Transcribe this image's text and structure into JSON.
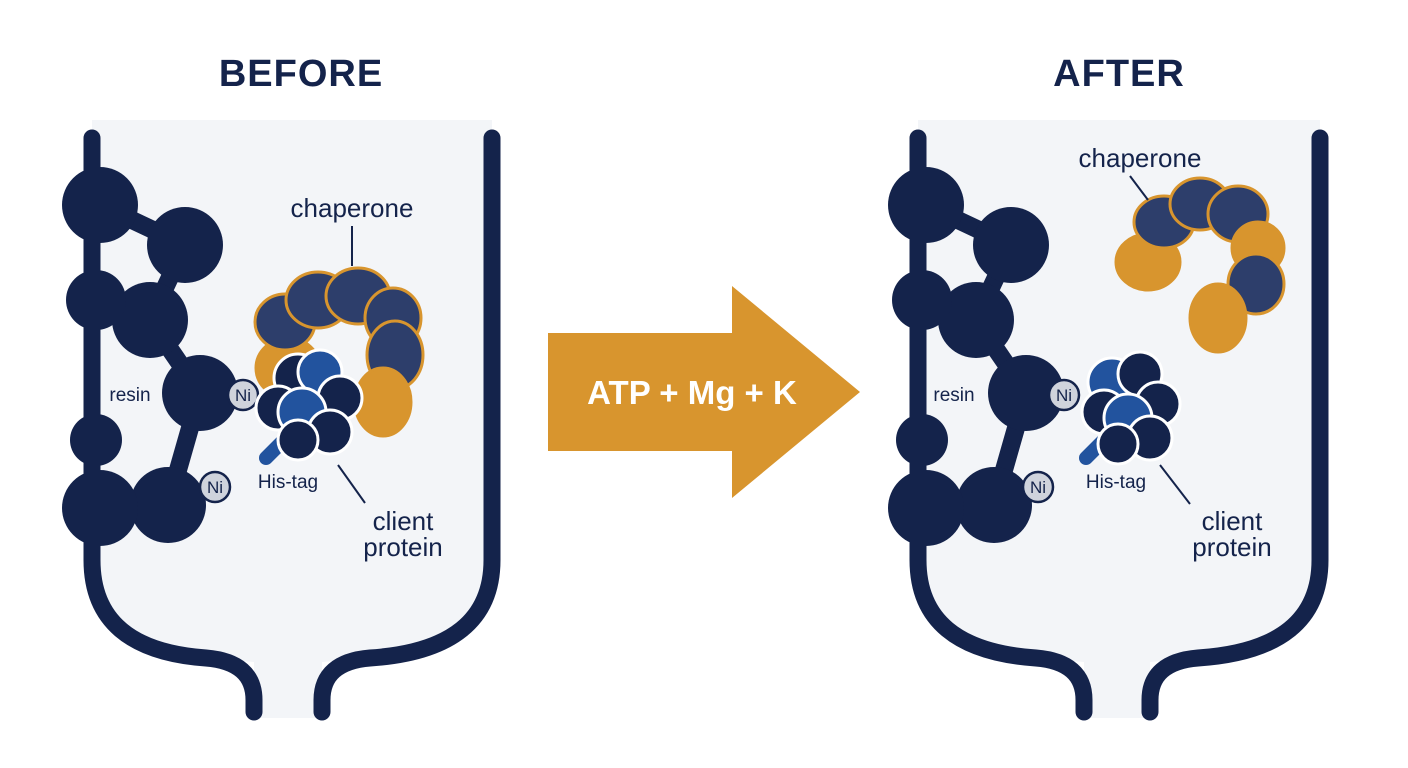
{
  "colors": {
    "navy": "#14234b",
    "slate": "#2d3e6b",
    "blue": "#22539e",
    "orange": "#d8952e",
    "panel": "#f3f5f8",
    "ni_fill": "#cfd3dc"
  },
  "before": {
    "heading": "BEFORE",
    "chaperone_label": "chaperone",
    "resin_label": "resin",
    "ni_label_1": "Ni",
    "ni_label_2": "Ni",
    "histag_label": "His-tag",
    "client_label_line1": "client",
    "client_label_line2": "protein"
  },
  "arrow": {
    "label": "ATP + Mg + K"
  },
  "after": {
    "heading": "AFTER",
    "chaperone_label": "chaperone",
    "resin_label": "resin",
    "ni_label_1": "Ni",
    "ni_label_2": "Ni",
    "histag_label": "His-tag",
    "client_label_line1": "client",
    "client_label_line2": "protein"
  }
}
